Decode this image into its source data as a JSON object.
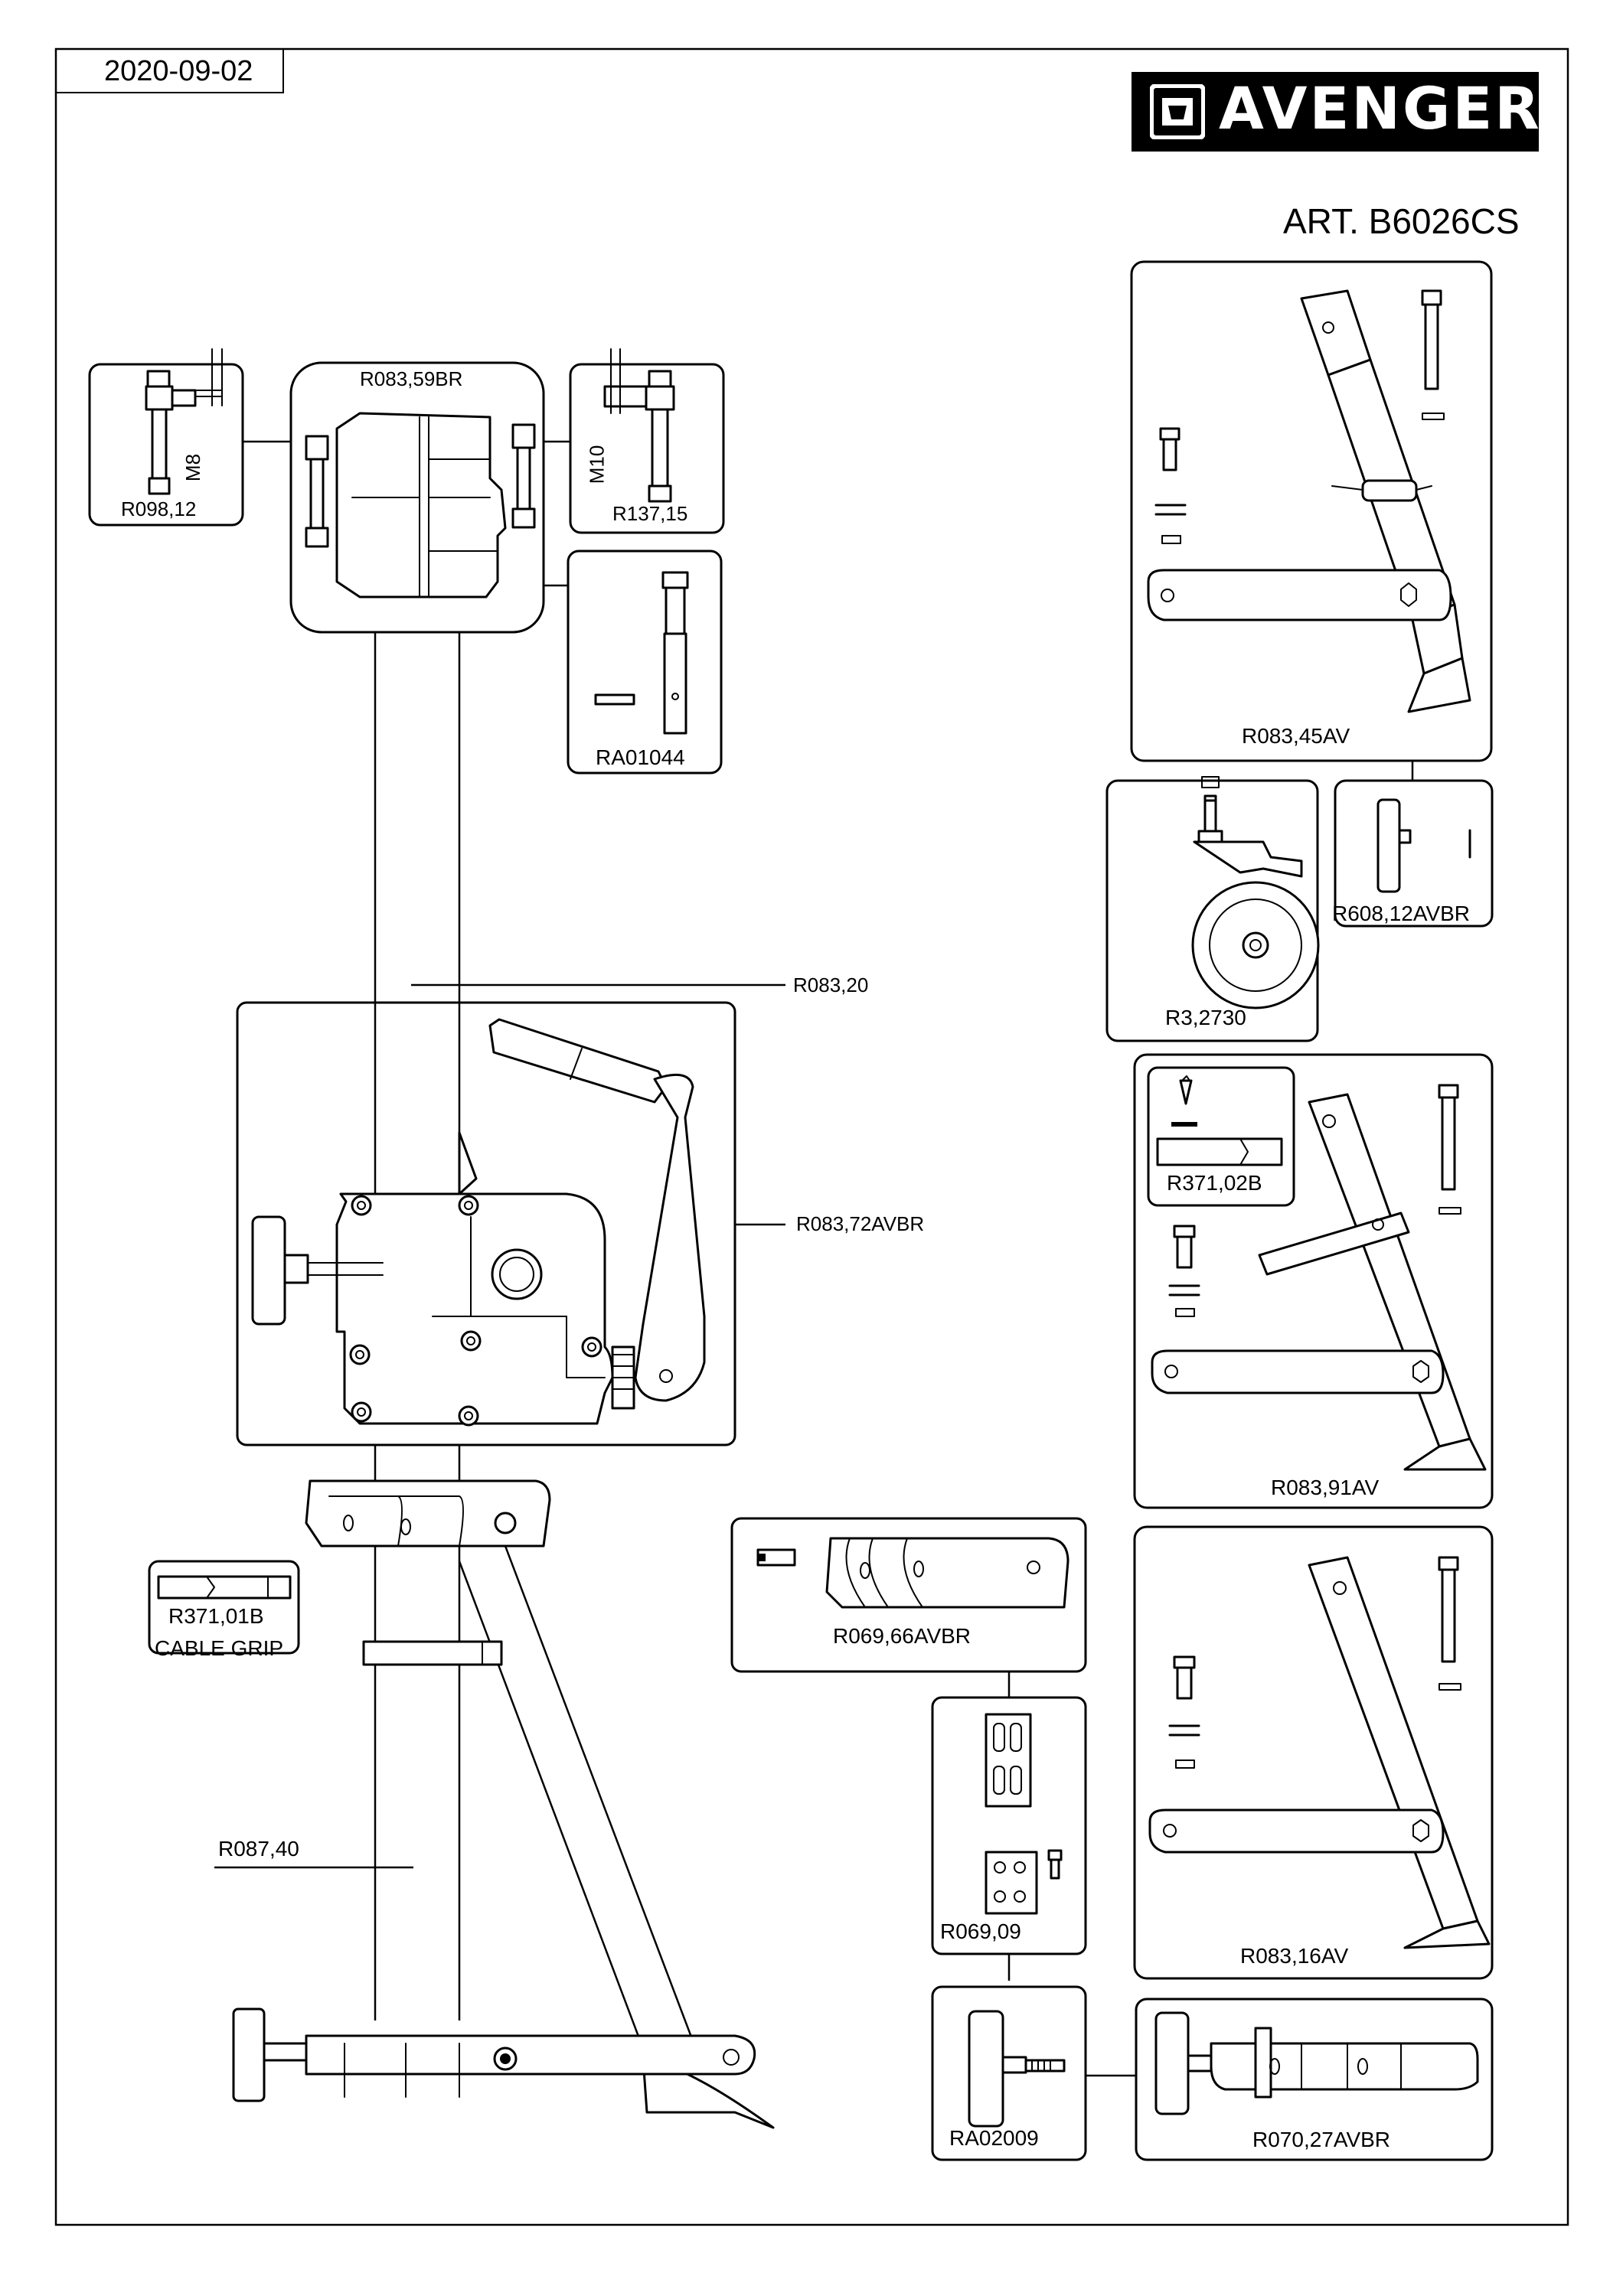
{
  "header": {
    "date": "2020-09-02",
    "brand": "AVENGER",
    "article": "ART. B6026CS"
  },
  "parts": {
    "r098_12": "R098,12",
    "m8": "M8",
    "r083_59br": "R083,59BR",
    "r137_15": "R137,15",
    "m10": "M10",
    "ra01044": "RA01044",
    "r083_20": "R083,20",
    "r083_72avbr": "R083,72AVBR",
    "r371_01b": "R371,01B",
    "cable_grip": "CABLE GRIP",
    "r087_40": "R087,40",
    "r083_45av": "R083,45AV",
    "r3_2730": "R3,2730",
    "r608_12avbr": "R608,12AVBR",
    "r371_02b": "R371,02B",
    "r083_91av": "R083,91AV",
    "r069_66avbr": "R069,66AVBR",
    "r069_09": "R069,09",
    "r083_16av": "R083,16AV",
    "ra02009": "RA02009",
    "r070_27avbr": "R070,27AVBR"
  },
  "colors": {
    "ink": "#000000",
    "paper": "#ffffff"
  }
}
